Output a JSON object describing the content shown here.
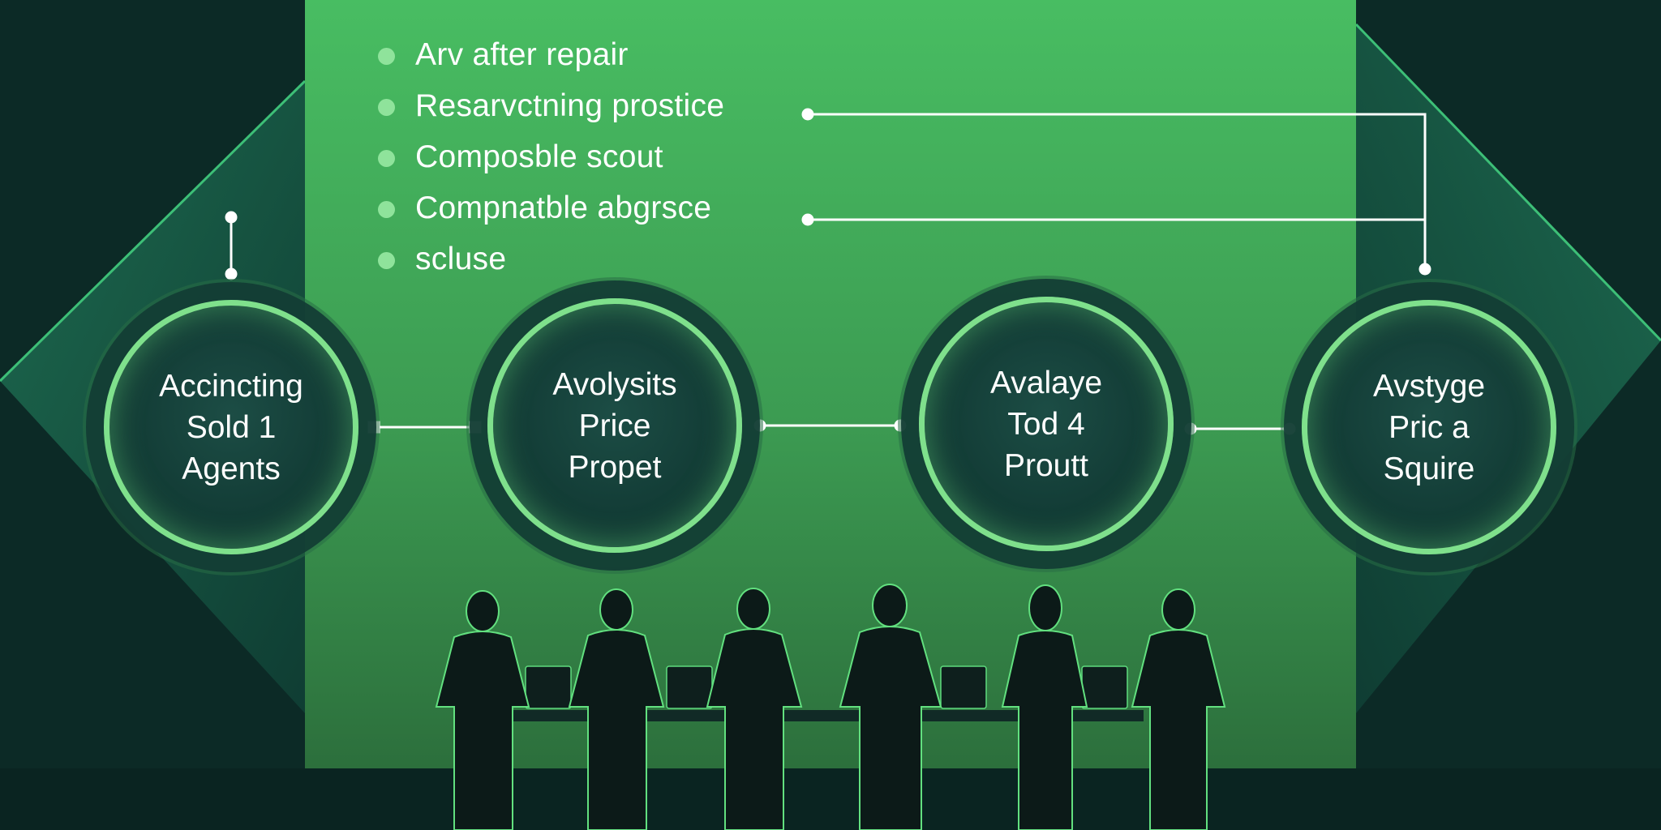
{
  "bullets": [
    "Arv  after repair",
    "Resarvctning prostice",
    "Composble scout",
    "Compnatble abgrsce",
    "scluse"
  ],
  "nodes": [
    {
      "lines": [
        "Accincting",
        "Sold  1",
        "Agents"
      ]
    },
    {
      "lines": [
        "Avolysits",
        "Price",
        "Propet"
      ]
    },
    {
      "lines": [
        "Avalaye",
        "Tod 4",
        "Proutt"
      ]
    },
    {
      "lines": [
        "Avstyge",
        "Pric a",
        "Squire"
      ]
    }
  ],
  "colors": {
    "panel_top": "#48bd62",
    "panel_bottom": "#2f7a3f",
    "background": "#0c2a26",
    "accent": "#7fe08c",
    "bullet_dot": "#8fe39b"
  },
  "icons": [
    "person-silhouette-icon",
    "laptop-icon"
  ]
}
